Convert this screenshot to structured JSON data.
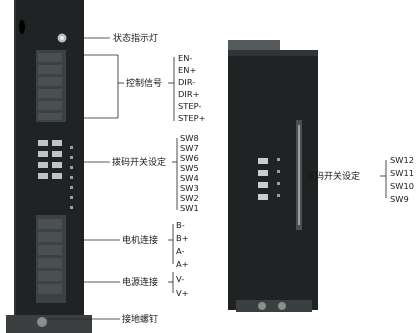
{
  "left_labels": {
    "status_light": "状态指示灯",
    "control_signal": "控制信号",
    "dip_switch": "拨码开关设定",
    "motor": "电机连接",
    "power": "电源连接",
    "ground": "接地螺钉"
  },
  "control_pins": [
    "EN-",
    "EN+",
    "DIR-",
    "DIR+",
    "STEP-",
    "STEP+"
  ],
  "dip_pins": [
    "SW8",
    "SW7",
    "SW6",
    "SW5",
    "SW4",
    "SW3",
    "SW2",
    "SW1"
  ],
  "motor_pins": [
    "B-",
    "B+",
    "A-",
    "A+"
  ],
  "power_pins": [
    "V-",
    "V+"
  ],
  "right_labels": {
    "dip_switch": "拨码开关设定"
  },
  "right_pins": [
    "SW12",
    "SW11",
    "SW10",
    "SW9"
  ],
  "colors": {
    "device_body": "#202324",
    "terminal": "#3c4143",
    "watermark": "#4fb7e2"
  }
}
